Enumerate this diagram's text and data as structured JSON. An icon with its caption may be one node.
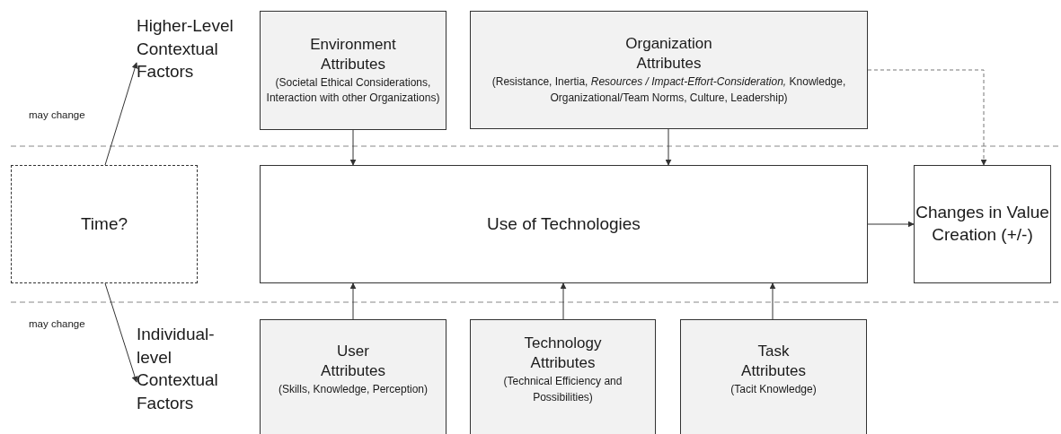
{
  "diagram": {
    "nodes": [
      {
        "text": [
          "Higher-Level Contextual Factors"
        ]
      },
      {
        "text": [
          "Environment Attributes",
          "(Societal Ethical Considerations, Interaction with other Organizations)"
        ]
      },
      {
        "text": [
          "Organization Attributes",
          "(Resistance, Inertia, *Resources / Impact-Effort-Consideration,* Knowledge, Organizational/Team Norms, Culture, Leadership)"
        ]
      },
      {
        "text": [
          "Time?"
        ]
      },
      {
        "text": [
          "Use of Technologies"
        ]
      },
      {
        "text": [
          "Changes in Value Creation (+/-)"
        ]
      },
      {
        "text": [
          "Individual-level Contextual Factors"
        ]
      },
      {
        "text": [
          "User Attributes",
          "(Skills, Knowledge, Perception)"
        ]
      },
      {
        "text": [
          "Technology Attributes",
          "(Technical Efficiency and Possibilities)"
        ]
      },
      {
        "text": [
          "Task Attributes",
          "(Tacit Knowledge)"
        ]
      }
    ],
    "edges": [
      {
        "from": 3,
        "to": 0,
        "arrow": "to",
        "label": "may change"
      },
      {
        "from": 3,
        "to": 6,
        "arrow": "to",
        "label": "may change"
      },
      {
        "from": 1,
        "to": 4,
        "arrow": "to"
      },
      {
        "from": 2,
        "to": 4,
        "arrow": "to"
      },
      {
        "from": 2,
        "to": 5,
        "arrow": "to",
        "style": "dashed"
      },
      {
        "from": 4,
        "to": 5,
        "arrow": "to"
      },
      {
        "from": 7,
        "to": 4,
        "arrow": "to"
      },
      {
        "from": 8,
        "to": 4,
        "arrow": "to"
      },
      {
        "from": 9,
        "to": 4,
        "arrow": "to"
      }
    ]
  }
}
